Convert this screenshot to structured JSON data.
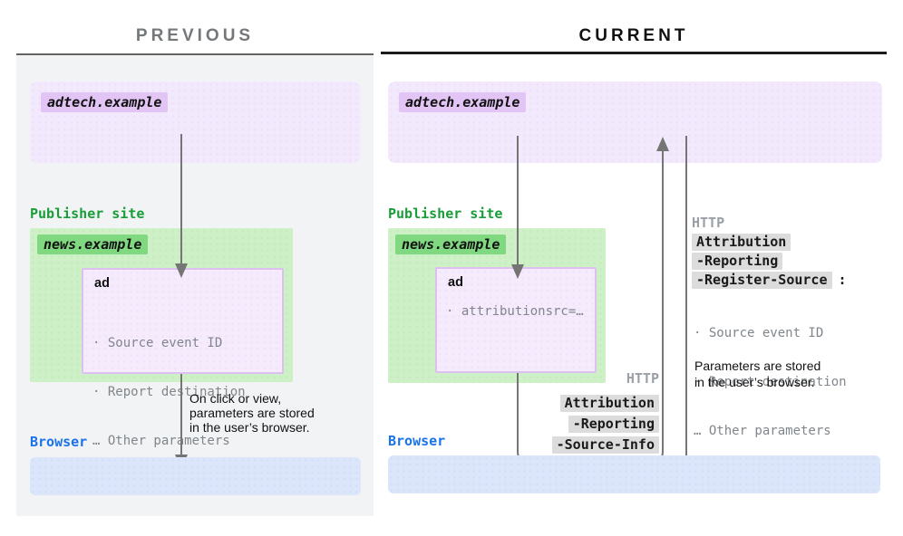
{
  "diagram": {
    "previous": {
      "title": "PREVIOUS",
      "adtech": {
        "domain": "adtech.example"
      },
      "publisher": {
        "label": "Publisher site",
        "domain": "news.example"
      },
      "ad": {
        "title": "ad",
        "params": [
          "· Source event ID",
          "· Report destination",
          "… Other parameters"
        ]
      },
      "caption": [
        "On click or view,",
        "parameters are stored",
        "in the user’s browser."
      ],
      "browser": {
        "label": "Browser"
      }
    },
    "current": {
      "title": "CURRENT",
      "adtech": {
        "domain": "adtech.example"
      },
      "publisher": {
        "label": "Publisher site",
        "domain": "news.example"
      },
      "ad": {
        "title": "ad",
        "param": "· attributionsrc=…"
      },
      "request": {
        "protocol": "HTTP",
        "header_parts": [
          "Attribution",
          "-Reporting",
          "-Register-Source"
        ],
        "colon": ":",
        "params": [
          "· Source event ID",
          "· Report destination",
          "… Other parameters"
        ],
        "caption": [
          "Parameters are stored",
          "in the user’s browser."
        ]
      },
      "response": {
        "protocol": "HTTP",
        "header_parts": [
          "Attribution",
          "-Reporting",
          "-Source-Info"
        ]
      },
      "browser": {
        "label": "Browser"
      }
    },
    "colors": {
      "purple_chip": "#e2c4f5",
      "purple_box": "#f3e9fd",
      "green_chip": "#80d880",
      "green_box": "#cef0c6",
      "publisher_green": "#189d38",
      "browser_blue": "#1a73e8",
      "blue_box": "#dbe6fb",
      "arrow_gray": "#757575",
      "header_chip_gray": "#dcdcdd",
      "muted_text": "#80868b",
      "previous_title_gray": "#75787b"
    }
  }
}
